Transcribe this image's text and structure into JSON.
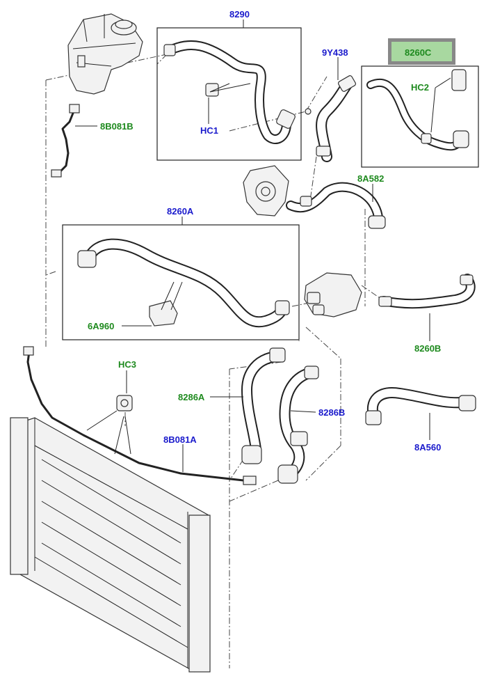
{
  "labels": {
    "p8290": "8290",
    "p9y438": "9Y438",
    "p8260c": "8260C",
    "hc2": "HC2",
    "hc1": "HC1",
    "p8b081b": "8B081B",
    "p8a582": "8A582",
    "p8260a": "8260A",
    "p6a960": "6A960",
    "p8260b": "8260B",
    "hc3": "HC3",
    "p8286a": "8286A",
    "p8286b": "8286B",
    "p8b081a": "8B081A",
    "p8a560": "8A560"
  },
  "colors": {
    "part_number": "#1a1acc",
    "clip_or_bracket": "#1e8a1e",
    "highlight_fill": "#a8d8a0",
    "highlight_border": "#888888"
  }
}
